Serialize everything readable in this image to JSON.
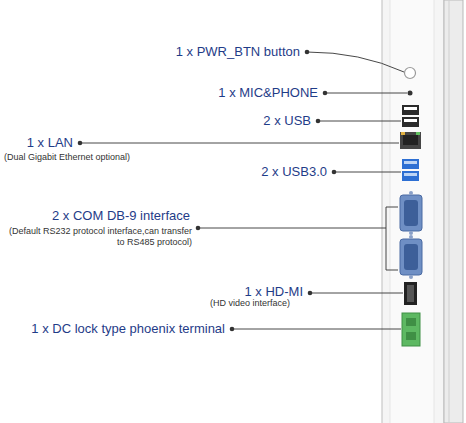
{
  "diagram": {
    "labels": [
      "1 x PWR_BTN button",
      "1 x MIC&PHONE",
      "2 x USB",
      "1 x LAN",
      "(Dual Gigabit Ethernet optional)",
      "2 x USB3.0",
      "2 x COM DB-9 interface",
      "(Default RS232 protocol interface,can transfer to RS485 protocol)",
      "1 x HD-MI",
      "(HD video interface)",
      "1 x DC lock type phoenix terminal"
    ]
  }
}
